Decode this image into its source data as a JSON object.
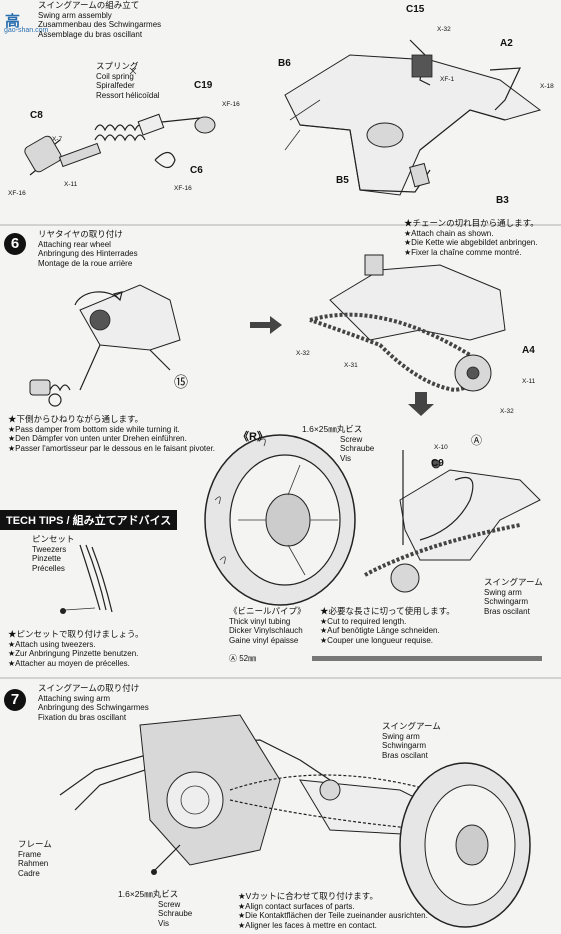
{
  "watermark": {
    "logo": "高",
    "sub": "gao-shan.com"
  },
  "step5": {
    "title_jp": "スイングアームの組み立て",
    "title_en": "Swing arm assembly",
    "title_de": "Zusammenbau des Schwingarmes",
    "title_fr": "Assemblage du bras oscillant",
    "spring_jp": "スプリング",
    "spring_en": "Coil spring",
    "spring_de": "Spiralfeder",
    "spring_fr": "Ressort hélicoïdal",
    "parts": {
      "c15": "C15",
      "a2": "A2",
      "b6": "B6",
      "b5": "B5",
      "b3": "B3",
      "c8": "C8",
      "c19": "C19",
      "c6": "C6"
    },
    "screws": {
      "x32": "X-32",
      "xf1": "XF-1",
      "x18": "X-18",
      "x7": "X-7",
      "x11": "X-11",
      "xf16a": "XF-16",
      "xf16b": "XF-16",
      "xf16c": "XF-16"
    }
  },
  "step6": {
    "number": "6",
    "title_jp": "リヤタイヤの取り付け",
    "title_en": "Attaching rear wheel",
    "title_de": "Anbringung des Hinterrades",
    "title_fr": "Montage de la roue arrière",
    "chain_jp": "★チェーンの切れ目から通します。",
    "chain_en": "★Attach chain as shown.",
    "chain_de": "★Die Kette wie abgebildet anbringen.",
    "chain_fr": "★Fixer la chaîne comme montré.",
    "damper_jp": "★下側からひねりながら通します。",
    "damper_en": "★Pass damper from bottom side while turning it.",
    "damper_de": "★Den Dämpfer von unten unter Drehen einführen.",
    "damper_fr": "★Passer l'amortisseur par le dessous en le faisant pivoter.",
    "circle15": "⑮",
    "screw_jp": "1.6×25㎜丸ビス",
    "screw_en": "Screw",
    "screw_de": "Schraube",
    "screw_fr": "Vis",
    "r_mark": "《R》",
    "a_mark": "Ⓐ",
    "parts": {
      "a4": "A4",
      "c9": "C9"
    },
    "screws": {
      "x32a": "X-32",
      "x31": "X-31",
      "x11": "X-11",
      "x32b": "X-32",
      "x10": "X-10"
    },
    "vinyl_jp": "《ビニールパイプ》",
    "vinyl_en": "Thick vinyl tubing",
    "vinyl_de": "Dicker Vinylschlauch",
    "vinyl_fr": "Gaine vinyl épaisse",
    "cut_jp": "★必要な長さに切って使用します。",
    "cut_en": "★Cut to required length.",
    "cut_de": "★Auf benötigte Länge schneiden.",
    "cut_fr": "★Couper une longueur requise.",
    "length": "Ⓐ 52㎜",
    "swing_jp": "スイングアーム",
    "swing_en": "Swing arm",
    "swing_de": "Schwingarm",
    "swing_fr": "Bras oscilant"
  },
  "tips": {
    "title": "TECH TIPS / 組み立てアドバイス",
    "tweezers_jp": "ピンセット",
    "tweezers_en": "Tweezers",
    "tweezers_de": "Pinzette",
    "tweezers_fr": "Précelles",
    "use_jp": "★ピンセットで取り付けましょう。",
    "use_en": "★Attach using tweezers.",
    "use_de": "★Zur Anbringung Pinzette benutzen.",
    "use_fr": "★Attacher au moyen de précelles."
  },
  "step7": {
    "number": "7",
    "title_jp": "スイングアームの取り付け",
    "title_en": "Attaching swing arm",
    "title_de": "Anbringung des Schwingarmes",
    "title_fr": "Fixation du bras oscillant",
    "swing_jp": "スイングアーム",
    "swing_en": "Swing arm",
    "swing_de": "Schwingarm",
    "swing_fr": "Bras oscilant",
    "frame_jp": "フレーム",
    "frame_en": "Frame",
    "frame_de": "Rahmen",
    "frame_fr": "Cadre",
    "screw_jp": "1.6×25㎜丸ビス",
    "screw_en": "Screw",
    "screw_de": "Schraube",
    "screw_fr": "Vis",
    "align_jp": "★Vカットに合わせて取り付けます。",
    "align_en": "★Align contact surfaces of parts.",
    "align_de": "★Die Kontaktflächen der Teile zueinander ausrichten.",
    "align_fr": "★Aligner les faces à mettre en contact."
  }
}
